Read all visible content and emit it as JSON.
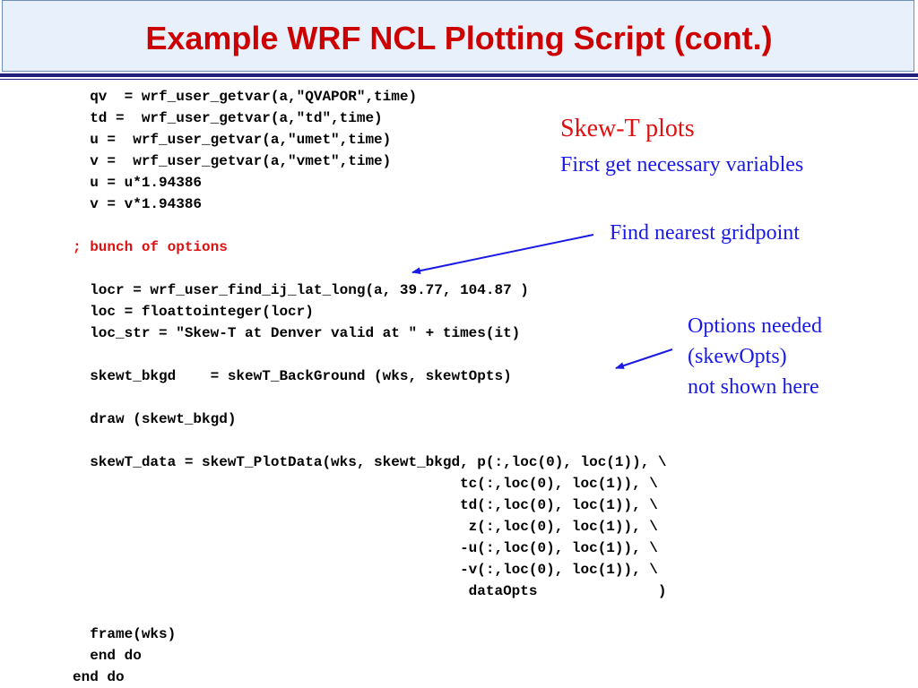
{
  "slide": {
    "title": "Example WRF NCL Plotting Script (cont.)",
    "colors": {
      "title": "#cc0000",
      "annotation": "#1a1ae6",
      "comment": "#dd1111",
      "header_rule": "#1f1f7a"
    }
  },
  "code": {
    "lines": [
      "  qv  = wrf_user_getvar(a,\"QVAPOR\",time)",
      "  td =  wrf_user_getvar(a,\"td\",time)",
      "  u =  wrf_user_getvar(a,\"umet\",time)",
      "  v =  wrf_user_getvar(a,\"vmet\",time)",
      "  u = u*1.94386",
      "  v = v*1.94386",
      "",
      "; bunch of options",
      "",
      "  locr = wrf_user_find_ij_lat_long(a, 39.77, 104.87 )",
      "  loc = floattointeger(locr)",
      "  loc_str = \"Skew-T at Denver valid at \" + times(it)",
      "",
      "  skewt_bkgd    = skewT_BackGround (wks, skewtOpts)",
      "",
      "  draw (skewt_bkgd)",
      "",
      "  skewT_data = skewT_PlotData(wks, skewt_bkgd, p(:,loc(0), loc(1)), \\",
      "                                             tc(:,loc(0), loc(1)), \\",
      "                                             td(:,loc(0), loc(1)), \\",
      "                                              z(:,loc(0), loc(1)), \\",
      "                                             -u(:,loc(0), loc(1)), \\",
      "                                             -v(:,loc(0), loc(1)), \\",
      "                                              dataOpts              )",
      "",
      "  frame(wks)",
      "  end do",
      "end do"
    ],
    "comment_line_index": 7
  },
  "annotations": {
    "skewt_heading": "Skew-T plots",
    "skewt_sub": "First get necessary variables",
    "find_nearest": "Find nearest gridpoint",
    "options": [
      "Options needed",
      "(skewOpts)",
      "not shown here"
    ]
  }
}
